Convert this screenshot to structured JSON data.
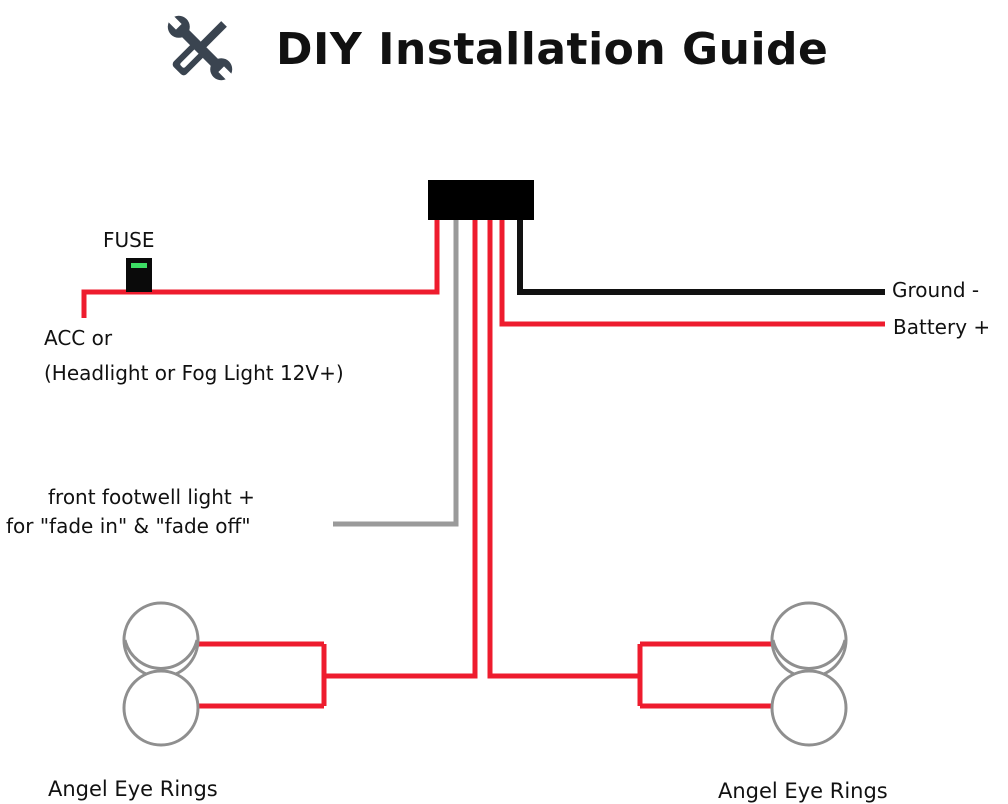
{
  "header": {
    "icon": "tools-icon",
    "title": "DIY Installation Guide"
  },
  "labels": {
    "fuse": "FUSE",
    "acc_line1": "ACC or",
    "acc_line2": "(Headlight or Fog Light 12V+)",
    "footwell_line1": "front footwell light +",
    "footwell_line2": "for \"fade in\" & \"fade off\"",
    "ground": "Ground -",
    "battery": "Battery +",
    "rings_left": "Angel Eye Rings",
    "rings_right": "Angel Eye Rings"
  },
  "colors": {
    "positive_wire": "#ee1c2e",
    "signal_wire": "#9a9a9a",
    "ground_wire": "#111111",
    "controller_box": "#000000",
    "fuse_indicator": "#3ddc64",
    "icon": "#3a4450"
  }
}
